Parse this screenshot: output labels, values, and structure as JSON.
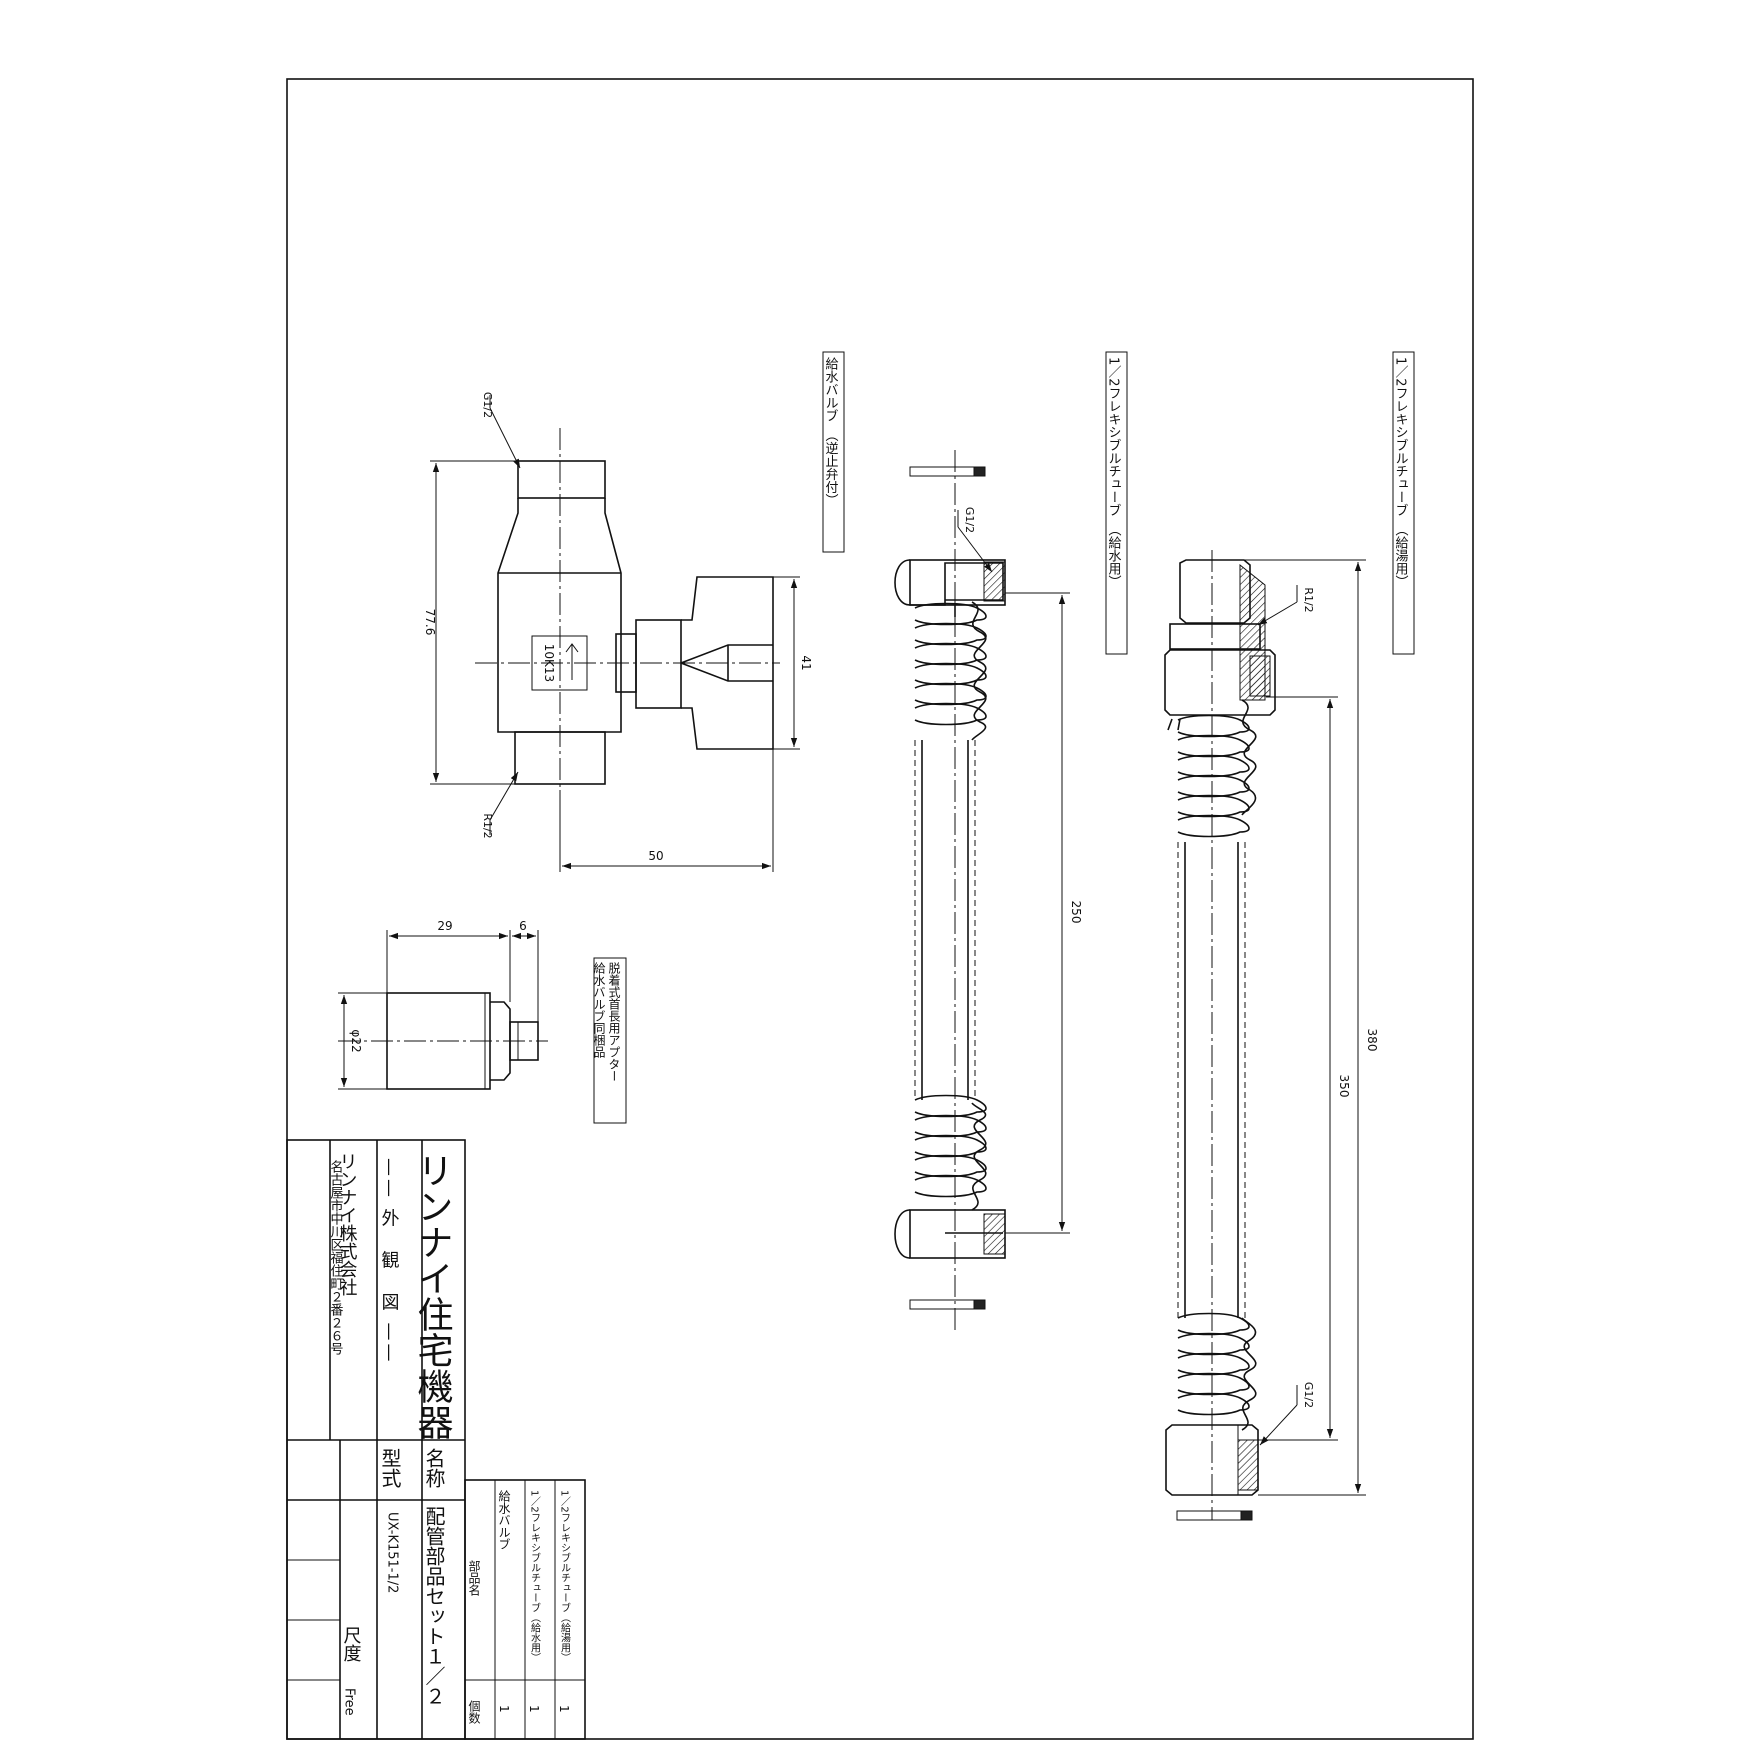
{
  "labels": {
    "valve": "給水バルブ　（逆止弁付）",
    "tube_cold": "1／2フレキシブルチューブ　（給水用）",
    "tube_hot": "1／2フレキシブルチューブ　（給湯用）",
    "adapter_line1": "給水バルブ同梱品",
    "adapter_line2": "脱着式首長用アプター"
  },
  "dimensions": {
    "valve_height": "77.6",
    "valve_width": "50",
    "valve_handle": "41",
    "valve_top_thread": "G1/2",
    "valve_bottom_thread": "R1/2",
    "valve_mark": "10K13",
    "adapter_length": "29",
    "adapter_tip": "6",
    "adapter_dia": "φ22",
    "cold_thread": "G1/2",
    "cold_length": "250",
    "hot_top_thread": "R1/2",
    "hot_bottom_thread": "G1/2",
    "hot_length_inner": "350",
    "hot_length_total": "380"
  },
  "title_block": {
    "brand": "リンナイ住宅機器",
    "drawing_type": "—— 外　観　図 ——",
    "company": "リンナイ株式会社",
    "address": "名古屋市中川区福住町２番２６号",
    "name_label": "名称",
    "name_value": "配管部品セット１／２",
    "model_label": "型式",
    "model_value": "UX-K151-1/2",
    "scale_label": "尺度",
    "scale_value": "Free"
  },
  "parts_list": {
    "header_name": "部品名",
    "header_qty": "個数",
    "rows": [
      {
        "name": "給水バルブ",
        "qty": "1"
      },
      {
        "name": "1／2フレキシブルチューブ（給水用）",
        "qty": "1"
      },
      {
        "name": "1／2フレキシブルチューブ（給湯用）",
        "qty": "1"
      }
    ]
  }
}
